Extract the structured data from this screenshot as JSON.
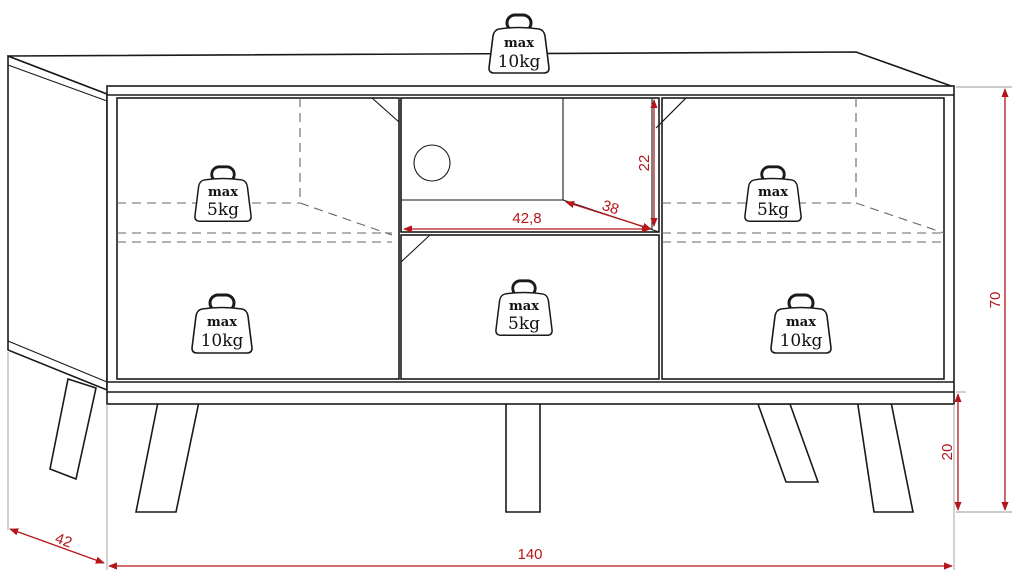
{
  "dimensions": {
    "width": "140",
    "depth": "42",
    "height": "70",
    "leg_height": "20",
    "shelf_width": "42,8",
    "shelf_depth": "38",
    "opening_height": "22"
  },
  "load_labels": {
    "top": {
      "line1": "max",
      "line2": "10kg"
    },
    "left_shelf": {
      "line1": "max",
      "line2": "5kg"
    },
    "right_shelf": {
      "line1": "max",
      "line2": "5kg"
    },
    "left_door": {
      "line1": "max",
      "line2": "10kg"
    },
    "center_drawer": {
      "line1": "max",
      "line2": "5kg"
    },
    "right_door": {
      "line1": "max",
      "line2": "10kg"
    }
  },
  "colors": {
    "dimension": "#b5161b",
    "outline": "#1a1a1a"
  }
}
